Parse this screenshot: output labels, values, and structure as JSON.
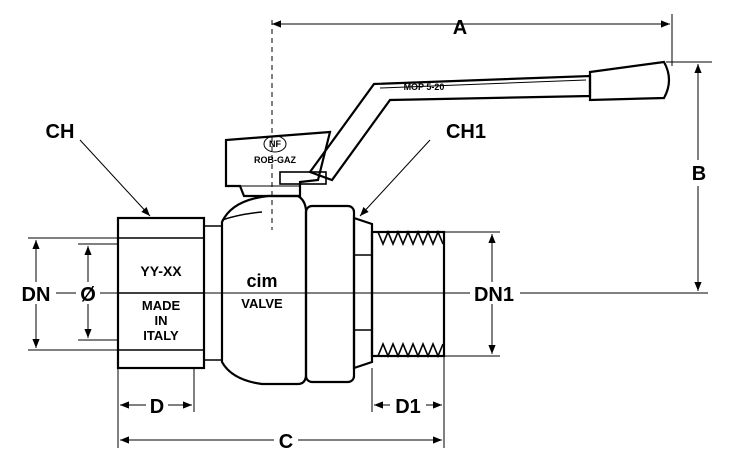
{
  "dimensions": {
    "A": "A",
    "B": "B",
    "C": "C",
    "D": "D",
    "D1": "D1",
    "DN": "DN",
    "DN1": "DN1",
    "diameter": "Ø",
    "CH": "CH",
    "CH1": "CH1"
  },
  "markings": {
    "size_code": "YY-XX",
    "origin_line1": "MADE",
    "origin_line2": "IN",
    "origin_line3": "ITALY",
    "brand": "cim",
    "brand_sub": "VALVE",
    "handle_text": "MOP 5-20",
    "cert_logo": "NF",
    "cert_text": "ROB-GAZ"
  }
}
